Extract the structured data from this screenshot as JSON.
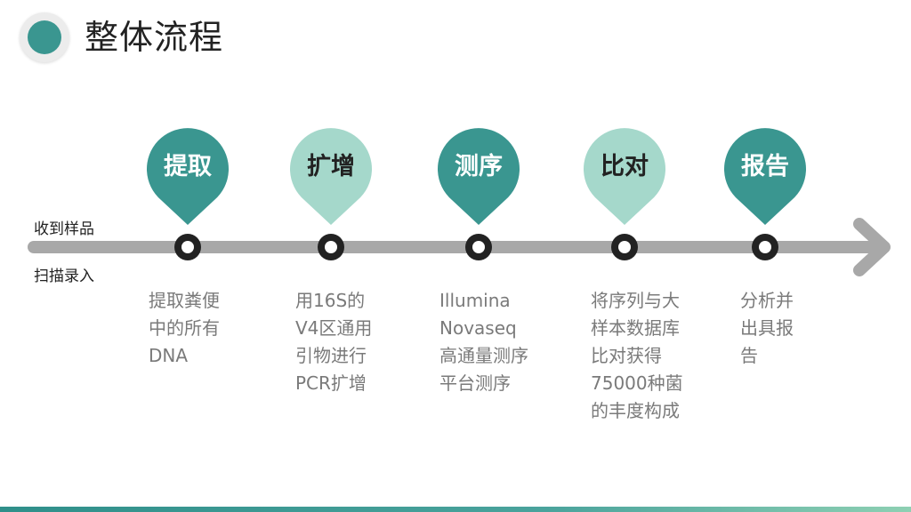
{
  "title": "整体流程",
  "side_labels": {
    "top": "收到样品",
    "bottom": "扫描录入"
  },
  "colors": {
    "teal_dark": "#3a9690",
    "teal_light": "#a5d8cb",
    "axis": "#a8a8a8",
    "node": "#222222",
    "desc_text": "#7a7a7a"
  },
  "steps": [
    {
      "label": "提取",
      "style": "dark",
      "desc": [
        "提取粪便",
        "中的所有",
        "DNA"
      ]
    },
    {
      "label": "扩增",
      "style": "light",
      "desc": [
        "用16S的",
        "V4区通用",
        "引物进行",
        "PCR扩增"
      ]
    },
    {
      "label": "测序",
      "style": "dark",
      "desc": [
        "Illumina",
        "Novaseq",
        "高通量测序",
        "平台测序"
      ]
    },
    {
      "label": "比对",
      "style": "light",
      "desc": [
        "将序列与大",
        "样本数据库",
        "比对获得",
        "75000种菌",
        "的丰度构成"
      ]
    },
    {
      "label": "报告",
      "style": "dark",
      "desc": [
        "分析并",
        "出具报",
        "告"
      ]
    }
  ]
}
